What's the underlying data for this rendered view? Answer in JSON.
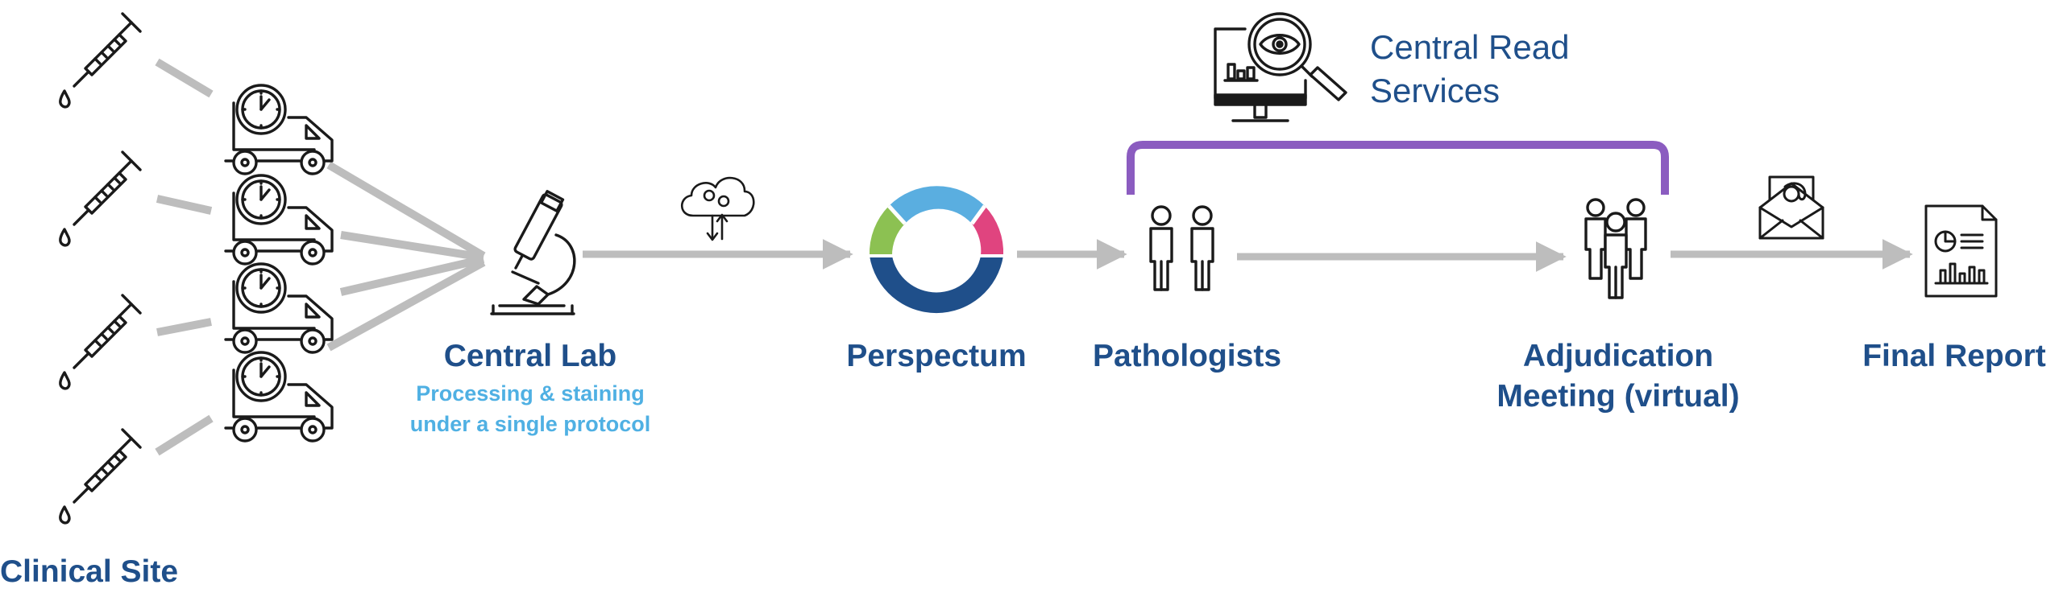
{
  "labels": {
    "clinical_site": "Clinical Site",
    "central_lab": "Central Lab",
    "central_lab_sub_1": "Processing & staining",
    "central_lab_sub_2": "under a single protocol",
    "perspectum": "Perspectum",
    "pathologists": "Pathologists",
    "adjudication_1": "Adjudication",
    "adjudication_2": "Meeting (virtual)",
    "final_report": "Final Report",
    "central_read_1": "Central Read",
    "central_read_2": "Services"
  },
  "icons": {
    "syringe": "syringe-icon",
    "delivery_truck": "delivery-truck-icon",
    "microscope": "microscope-icon",
    "cloud_transfer": "cloud-data-transfer-icon",
    "perspectum_logo": "perspectum-logo-icon",
    "pathologists": "two-people-icon",
    "adjudication": "group-people-icon",
    "email": "email-envelope-icon",
    "report": "report-document-icon",
    "monitor_search": "monitor-magnifier-eye-icon"
  },
  "colors": {
    "navy": "#1f4f8a",
    "light_blue": "#4fb0e3",
    "arrow_gray": "#bdbdbd",
    "bracket_purple": "#8b5cc0",
    "logo_green": "#8cc152",
    "logo_blue": "#5aaee0",
    "logo_pink": "#e0447f",
    "logo_navy": "#1f4f8a"
  }
}
